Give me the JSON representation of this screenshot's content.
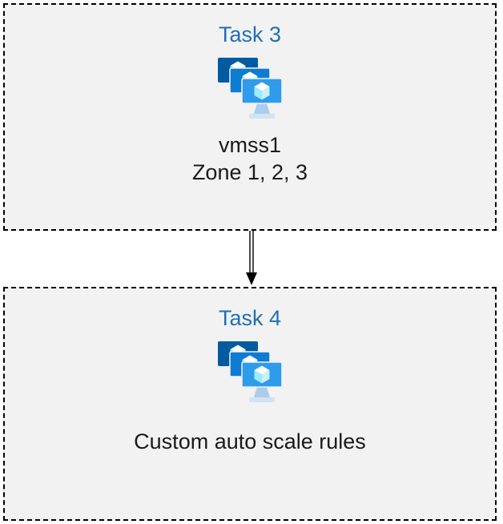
{
  "colors": {
    "page_bg": "#ffffff",
    "box_bg": "#f2f2f2",
    "box_border": "#000000",
    "title_blue": "#1f6fb5",
    "text_dark": "#1a1a1a",
    "screen_back": "#005ba1",
    "screen_mid": "#0f7cd4",
    "screen_front": "#2f9ceb",
    "cube_top": "#ffffff",
    "cube_left": "#9cebff",
    "cube_right": "#c9f0fb",
    "stand_neck": "#accdea",
    "stand_base": "#d2e3f3",
    "arrow_color": "#000000"
  },
  "boxes": [
    {
      "title": "Task 3",
      "icon": "vm-scale-set-icon",
      "lines": [
        "vmss1",
        "Zone 1, 2, 3"
      ]
    },
    {
      "title": "Task 4",
      "icon": "vm-scale-set-icon",
      "lines": [
        "Custom auto scale rules"
      ]
    }
  ],
  "arrow": {
    "icon": "down-arrow-icon",
    "direction": "down"
  }
}
